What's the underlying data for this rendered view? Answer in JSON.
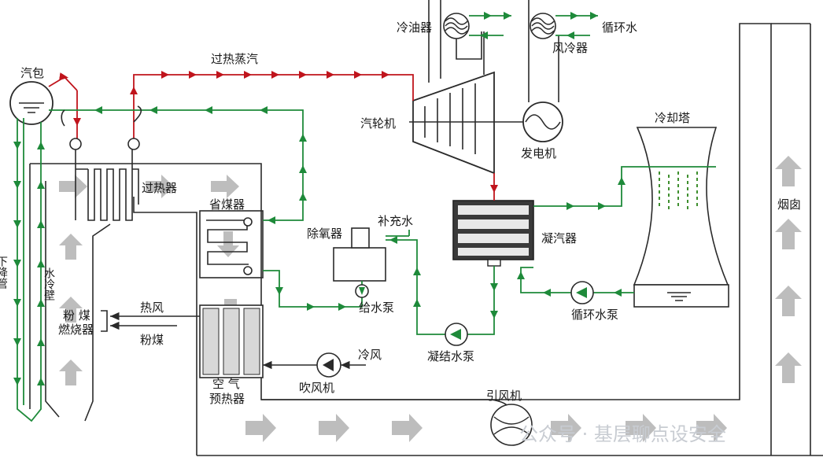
{
  "labels": {
    "steam_drum": "汽包",
    "superheated_steam": "过热蒸汽",
    "oil_cooler": "冷油器",
    "circulating_water": "循环水",
    "air_cooler": "风冷器",
    "turbine": "汽轮机",
    "generator": "发电机",
    "cooling_tower": "冷却塔",
    "superheater": "过热器",
    "economizer": "省煤器",
    "deaerator": "除氧器",
    "makeup_water": "补充水",
    "condenser": "凝汽器",
    "chimney": "烟囱",
    "downcomer": "下降管",
    "water_wall": "水冷壁",
    "coal_burner_1": "粉 煤",
    "coal_burner_2": "燃烧器",
    "hot_air": "热风",
    "pulverized_coal": "粉煤",
    "feed_pump": "给水泵",
    "circulating_pump": "循环水泵",
    "condensate_pump": "凝结水泵",
    "cold_air": "冷风",
    "air_preheater_1": "空 气",
    "air_preheater_2": "预热器",
    "blower": "吹风机",
    "induced_fan": "引风机",
    "watermark": "公众号 · 基层聊点设安全"
  },
  "colors": {
    "steam_line": "#c0141c",
    "water_line": "#1e8a3a",
    "outline": "#2a2a2a",
    "gas_arrow": "#bdbdbd",
    "cooling_drops": "#3f8f2f"
  },
  "icons": {
    "pump": "circle-triangle-icon",
    "heat_exchanger": "coil-icon",
    "generator": "sine-wave-icon"
  }
}
